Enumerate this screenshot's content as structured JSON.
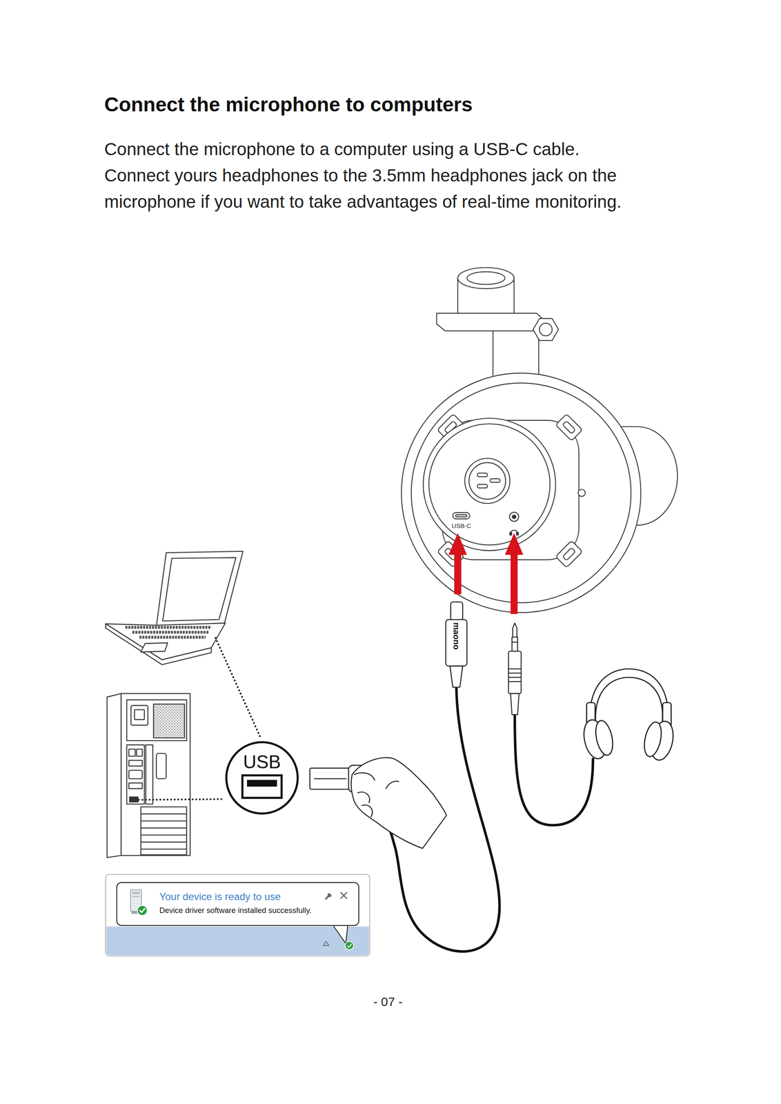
{
  "diagram": {
    "title": "Connect the microphone to computers",
    "nodes": [
      {
        "text": [
          "USB"
        ]
      },
      {
        "text": [
          "Your device is ready to use",
          "Device driver software installed successfully."
        ]
      }
    ],
    "labels": [
      "Connect the microphone to a computer using a USB-C cable.",
      "Connect yours headphones to the 3.5mm headphones jack on the microphone if you want to take advantages of real-time monitoring.",
      "USB-C",
      "maono",
      "- 07 -"
    ]
  }
}
